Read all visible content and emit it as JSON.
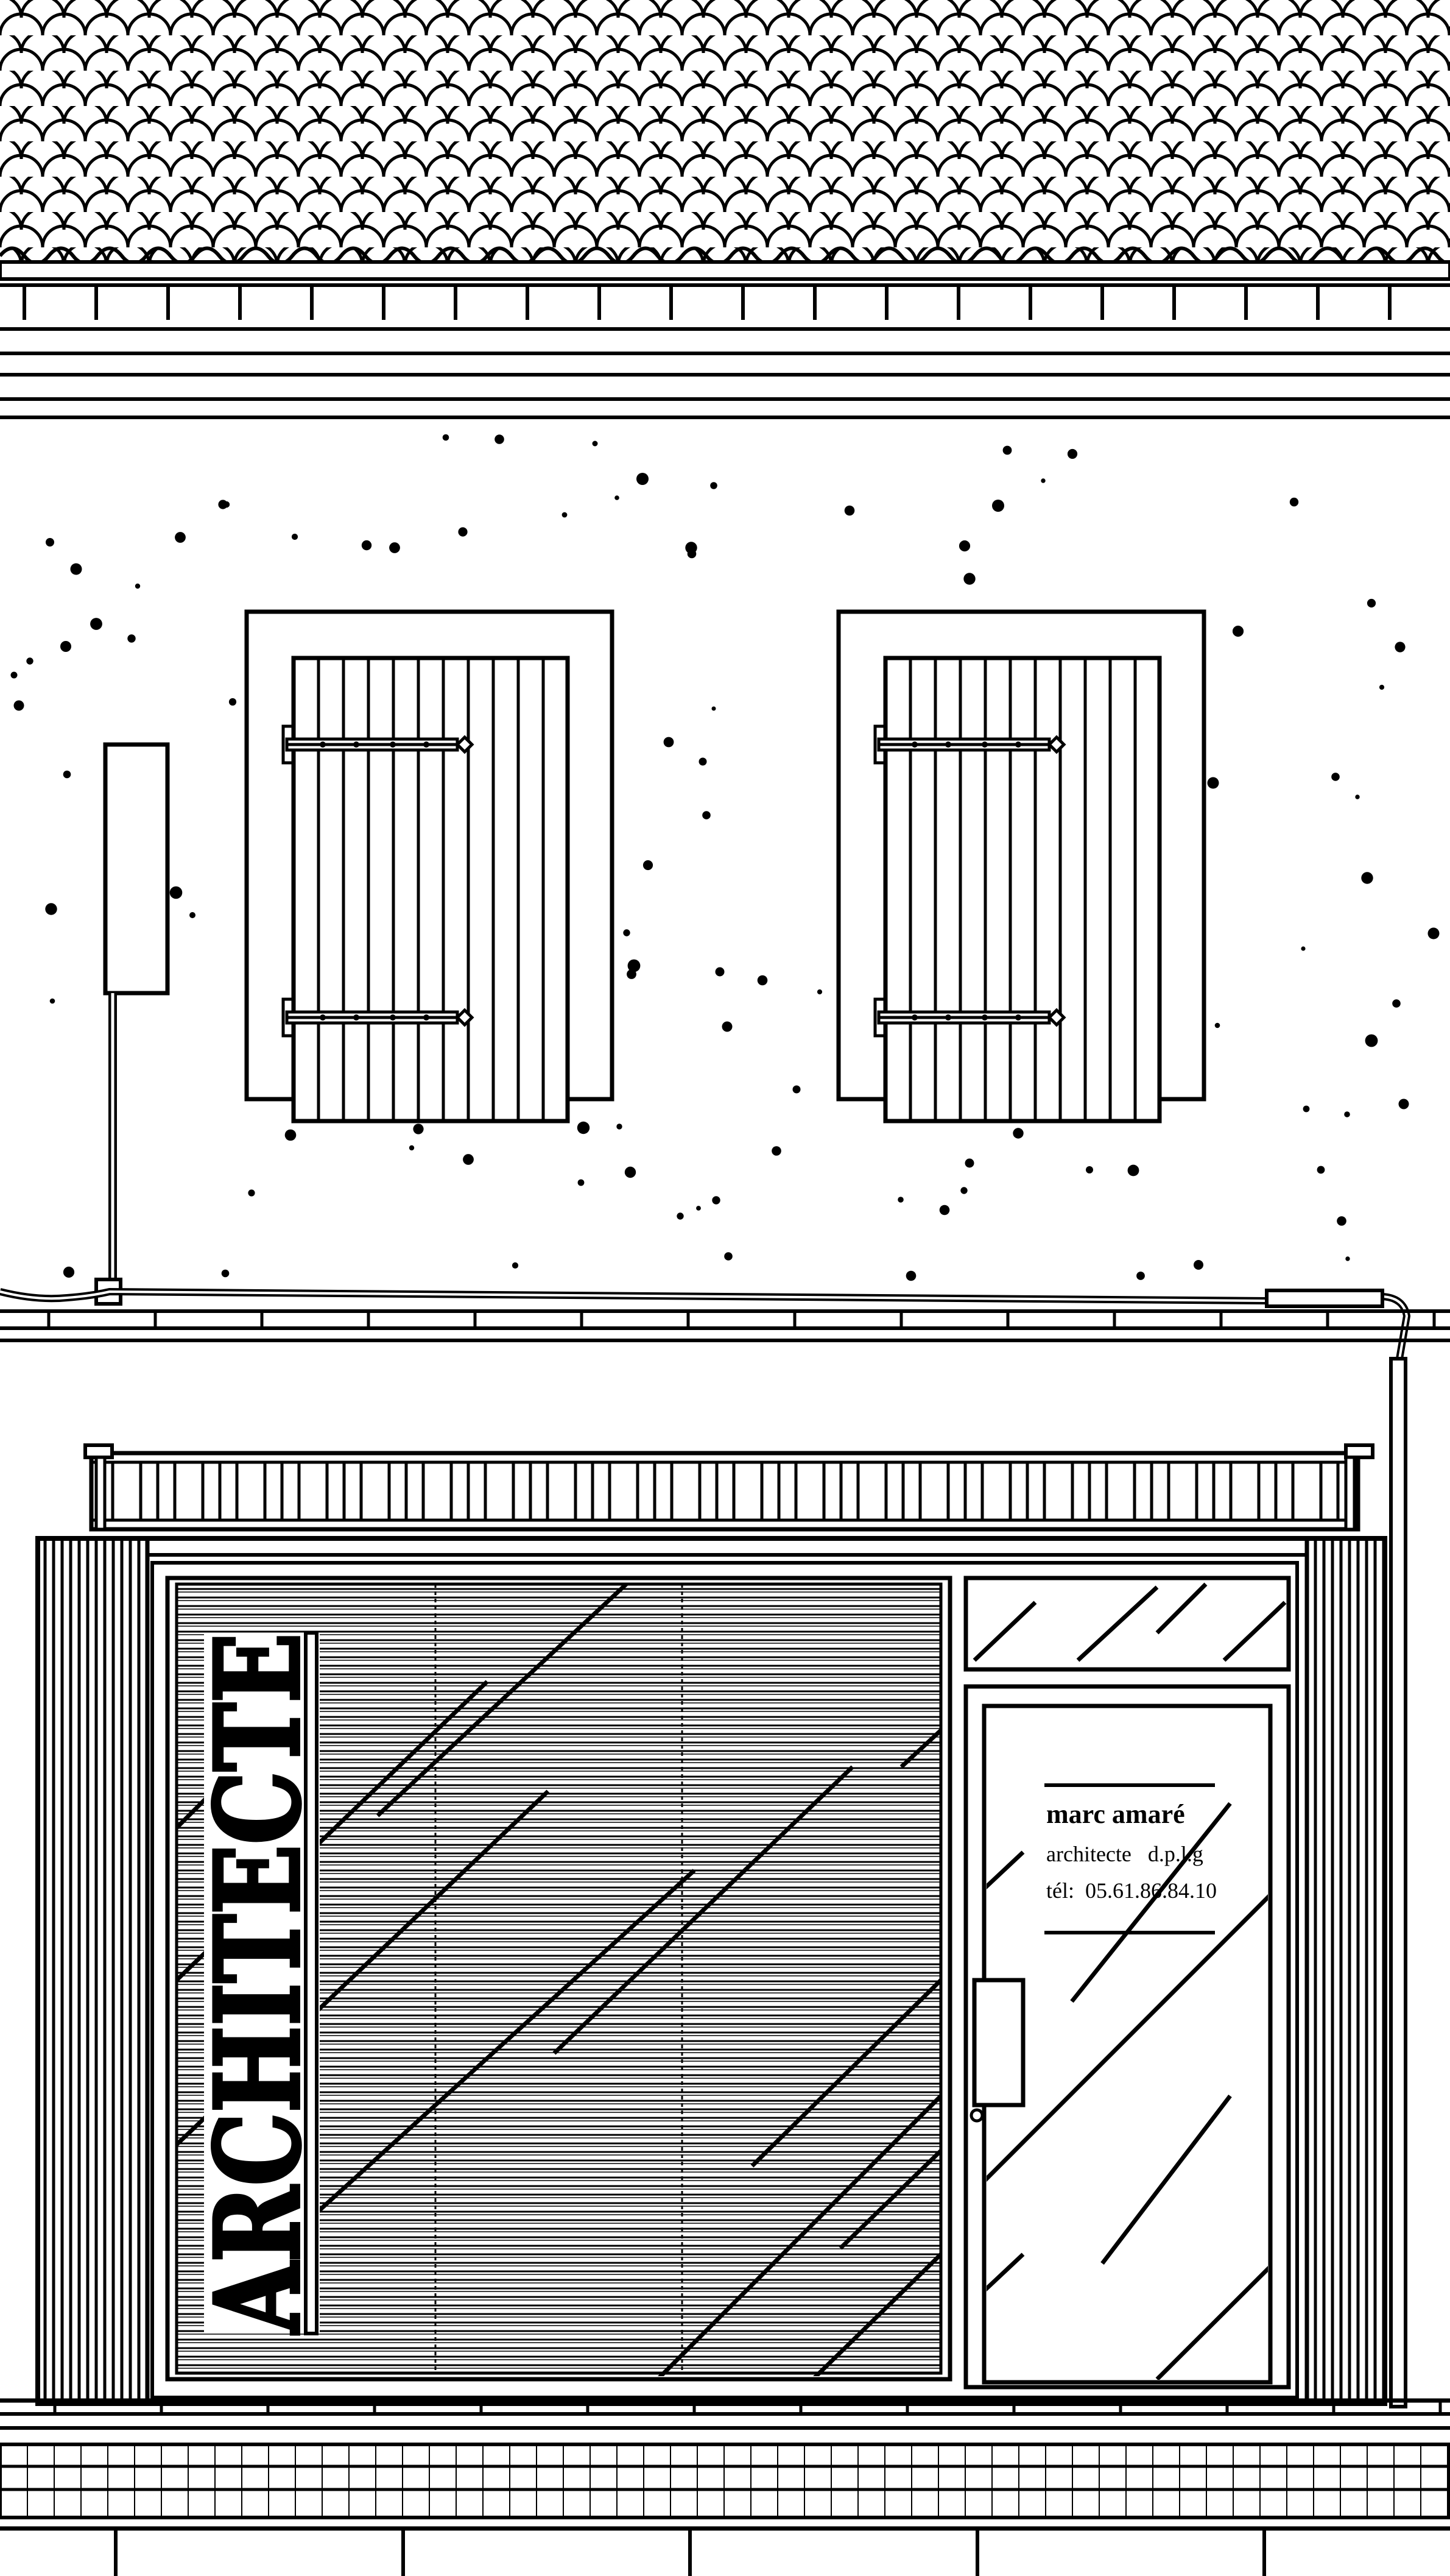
{
  "vertical_sign": {
    "text": "ARCHITECTE"
  },
  "door_plaque": {
    "name": "marc amaré",
    "title": "architecte   d.p.l.g",
    "phone": "tél:  05.61.86.84.10"
  },
  "colors": {
    "ink": "#000000",
    "paper": "#ffffff"
  }
}
